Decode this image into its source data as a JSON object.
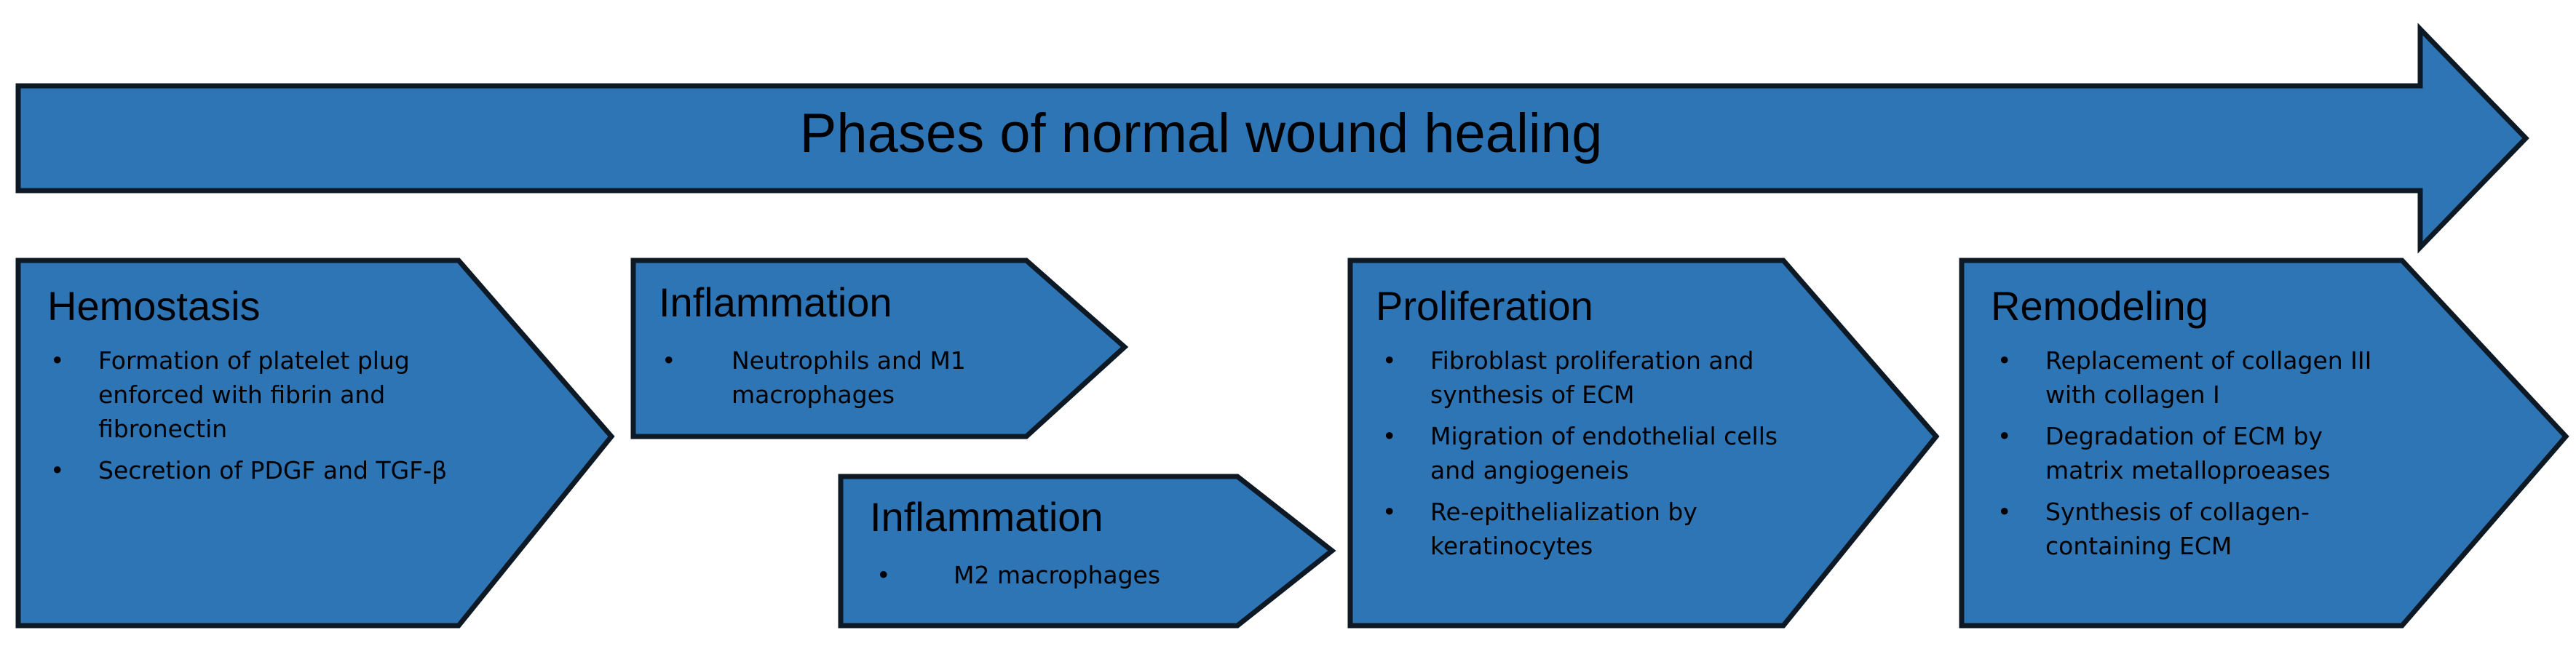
{
  "main_arrow": {
    "title": "Phases of normal wound healing"
  },
  "phases": [
    {
      "title": "Hemostasis",
      "items": [
        "Formation of platelet plug enforced with fibrin and fibronectin",
        "Secretion of PDGF and TGF-β"
      ]
    },
    {
      "title": "Inflammation",
      "items": [
        "Neutrophils and M1 macrophages"
      ]
    },
    {
      "title": "Inflammation",
      "items": [
        "M2 macrophages"
      ]
    },
    {
      "title": "Proliferation",
      "items": [
        "Fibroblast proliferation and synthesis of ECM",
        "Migration of endothelial cells and angiogeneis",
        "Re-epithelialization by keratinocytes"
      ]
    },
    {
      "title": "Remodeling",
      "items": [
        "Replacement of collagen III with collagen I",
        "Degradation of ECM by matrix metalloproeases",
        "Synthesis of collagen-containing ECM"
      ]
    }
  ],
  "bullet_char": "•",
  "colors": {
    "fill": "#2E75B6",
    "outline": "#0d1a26"
  }
}
